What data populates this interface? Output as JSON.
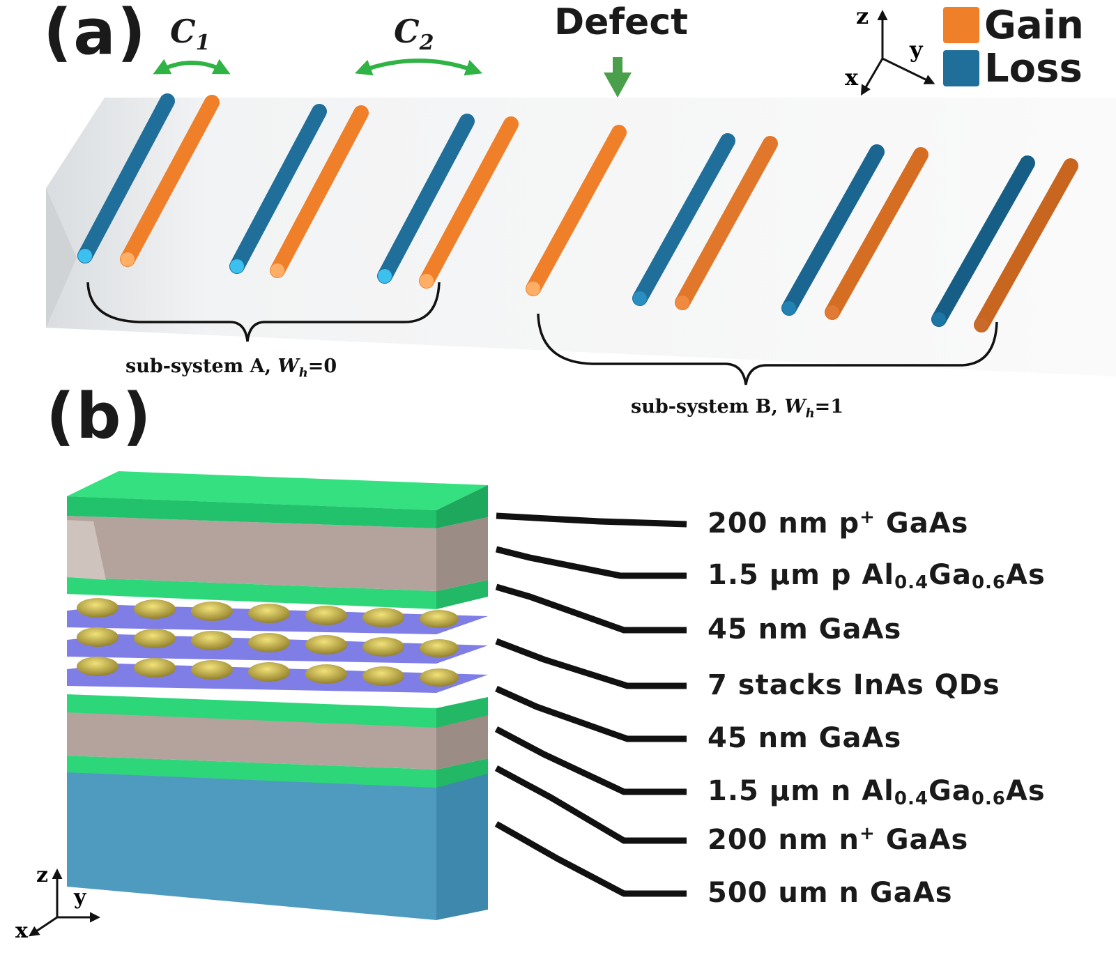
{
  "panel_a": {
    "label": "(a)",
    "coupling": {
      "c1": {
        "symbol": "C",
        "index": "1"
      },
      "c2": {
        "symbol": "C",
        "index": "2"
      }
    },
    "defect_label": "Defect",
    "legend": [
      {
        "name": "Gain",
        "color": "#f07f2a"
      },
      {
        "name": "Loss",
        "color": "#1f6f9a"
      }
    ],
    "axes": {
      "z": "z",
      "y": "y",
      "x": "x"
    },
    "subsystems": [
      {
        "prefix": "sub-system A, ",
        "var": "W",
        "sub": "h",
        "value": "=0"
      },
      {
        "prefix": "sub-system B, ",
        "var": "W",
        "sub": "h",
        "value": "=1"
      }
    ]
  },
  "panel_b": {
    "label": "(b)",
    "axes": {
      "z": "z",
      "y": "y",
      "x": "x"
    },
    "layers": [
      {
        "pre": "200 nm p",
        "sup": "+",
        "post": " GaAs"
      },
      {
        "pre": "1.5 µm p Al",
        "sub1": "0.4",
        "mid": "Ga",
        "sub2": "0.6",
        "post": "As"
      },
      {
        "pre": "45 nm GaAs"
      },
      {
        "pre": "7 stacks InAs QDs"
      },
      {
        "pre": "45 nm GaAs"
      },
      {
        "pre": "1.5 µm n Al",
        "sub1": "0.4",
        "mid": "Ga",
        "sub2": "0.6",
        "post": "As"
      },
      {
        "pre": "200 nm n",
        "sup": "+",
        "post": " GaAs"
      },
      {
        "pre": "500 um n GaAs"
      }
    ],
    "colors": {
      "contact": "#2ed67a",
      "cladding": "#b3a39c",
      "qd_barrier": "#7e7ee6",
      "dot": "#c9b34a",
      "substrate": "#4f9bc0"
    }
  }
}
